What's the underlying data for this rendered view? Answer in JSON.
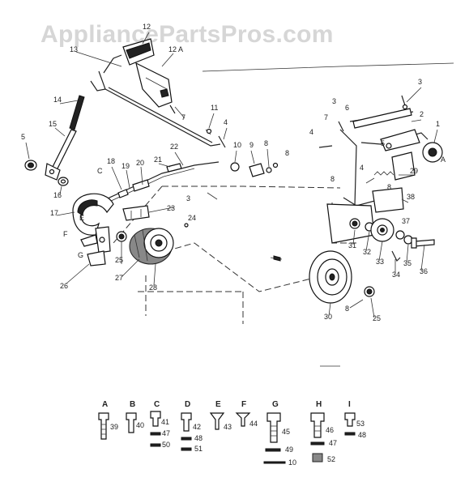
{
  "watermark": "AppliancePartsPros.com",
  "callouts": {
    "c1": "1",
    "c2": "2",
    "c3a": "3",
    "c3b": "3",
    "c3c": "3",
    "c4a": "4",
    "c4b": "4",
    "c4c": "4",
    "c5a": "5",
    "c5b": "5",
    "c6": "6",
    "c7": "7",
    "c8a": "8",
    "c8b": "8",
    "c8c": "8",
    "c8d": "8",
    "c8e": "8",
    "c9": "9",
    "c10": "10",
    "c11": "11",
    "c12": "12",
    "c12a": "12 A",
    "c13": "13",
    "c14": "14",
    "c15": "15",
    "c16": "16",
    "c17": "17",
    "c18": "18",
    "c19": "19",
    "c20": "20",
    "c21": "21",
    "c22": "22",
    "c23": "23",
    "c24": "24",
    "c25a": "25",
    "c25b": "25",
    "c26": "26",
    "c27": "27",
    "c28": "28",
    "c29": "29",
    "c30": "30",
    "c31": "31",
    "c32": "32",
    "c33": "33",
    "c34": "34",
    "c35": "35",
    "c36": "36",
    "c37": "37",
    "c38": "38",
    "cA": "A",
    "cC": "C",
    "cE": "E",
    "cF": "F",
    "cG": "G"
  },
  "legend": {
    "groups": [
      {
        "letter": "A",
        "parts": [
          "39"
        ]
      },
      {
        "letter": "B",
        "parts": [
          "40"
        ]
      },
      {
        "letter": "C",
        "parts": [
          "41",
          "47",
          "50"
        ]
      },
      {
        "letter": "D",
        "parts": [
          "42",
          "48",
          "51"
        ]
      },
      {
        "letter": "E",
        "parts": [
          "43"
        ]
      },
      {
        "letter": "F",
        "parts": [
          "44"
        ]
      },
      {
        "letter": "G",
        "parts": [
          "45",
          "49",
          "10"
        ]
      },
      {
        "letter": "H",
        "parts": [
          "46",
          "47",
          "52"
        ]
      },
      {
        "letter": "I",
        "parts": [
          "53",
          "48"
        ]
      }
    ]
  }
}
